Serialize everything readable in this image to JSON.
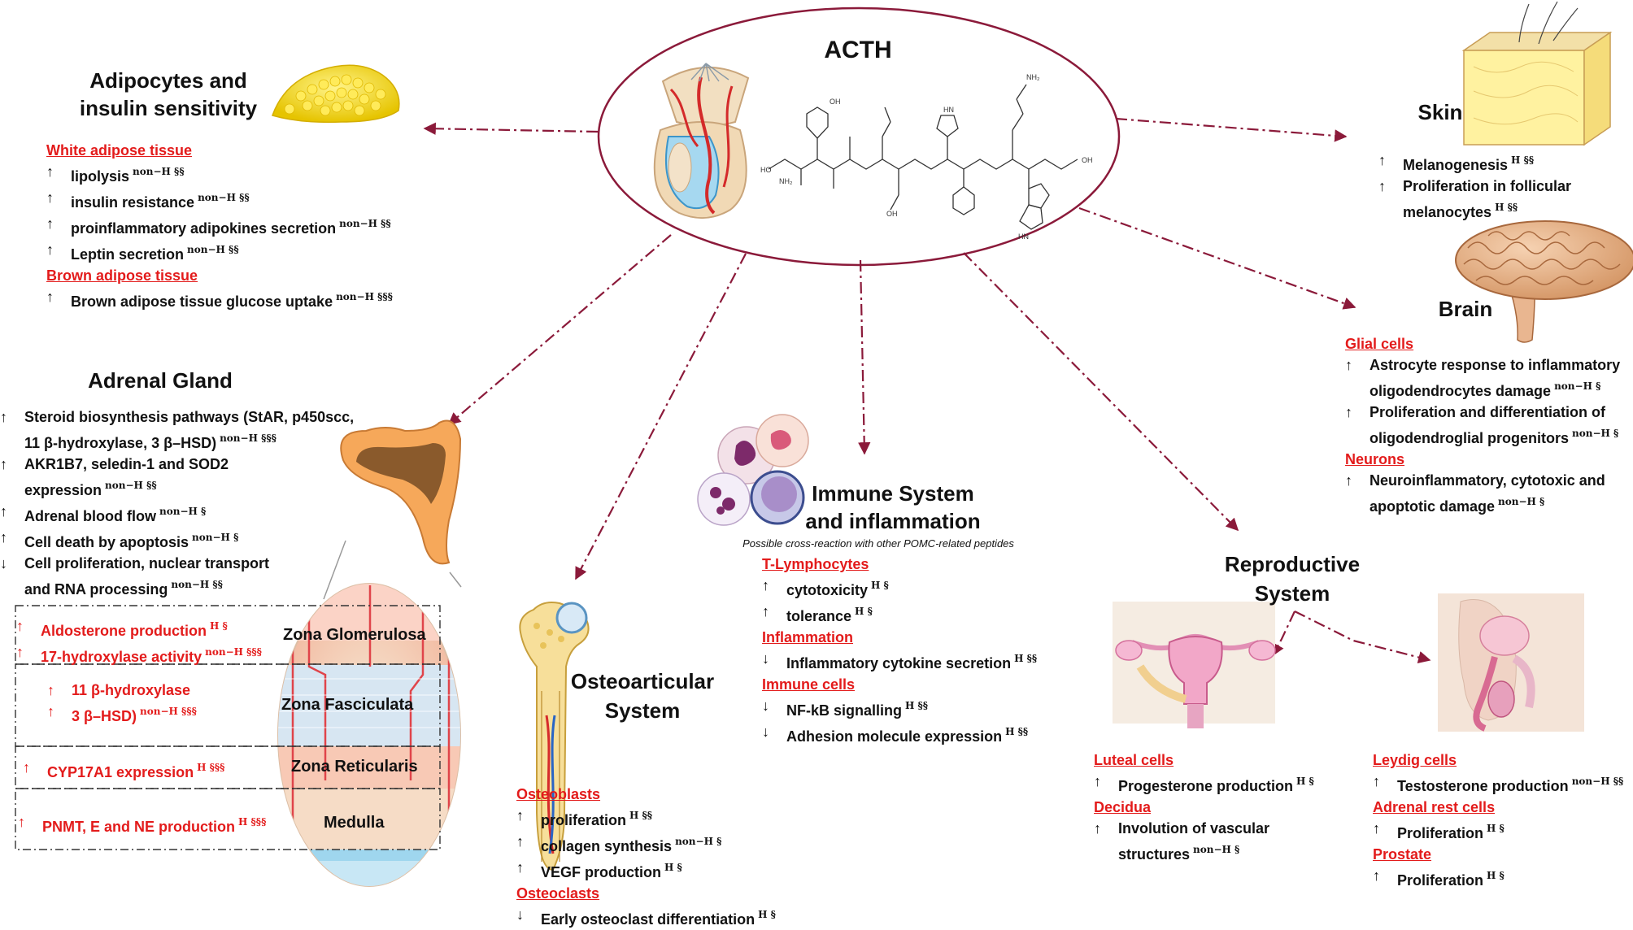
{
  "center": {
    "title": "ACTH"
  },
  "adipocytes": {
    "title_line1": "Adipocytes and",
    "title_line2": "insulin sensitivity",
    "groups": [
      {
        "header": "White adipose tissue",
        "items": [
          {
            "arrow": "↑",
            "text": "lipolysis",
            "sup": "non−H §§"
          },
          {
            "arrow": "↑",
            "text": "insulin resistance",
            "sup": "non−H §§"
          },
          {
            "arrow": "↑",
            "text": "proinflammatory adipokines secretion",
            "sup": "non−H §§"
          },
          {
            "arrow": "↑",
            "text": "Leptin secretion",
            "sup": "non−H §§"
          }
        ]
      },
      {
        "header": "Brown adipose tissue",
        "items": [
          {
            "arrow": "↑",
            "text": "Brown adipose tissue glucose uptake",
            "sup": "non−H §§§"
          }
        ]
      }
    ]
  },
  "adrenal": {
    "title": "Adrenal Gland",
    "items": [
      {
        "arrow": "↑",
        "text": "Steroid biosynthesis pathways (StAR, p450scc,",
        "sup": ""
      },
      {
        "arrow": "",
        "text": "11 β-hydroxylase, 3 β–HSD)",
        "sup": "non−H §§§"
      },
      {
        "arrow": "↑",
        "text": "AKR1B7, seledin-1 and SOD2",
        "sup": ""
      },
      {
        "arrow": "",
        "text": "expression",
        "sup": "non−H §§"
      },
      {
        "arrow": "↑",
        "text": "Adrenal blood flow",
        "sup": "non−H §"
      },
      {
        "arrow": "↑",
        "text": "Cell death by apoptosis",
        "sup": "non−H §"
      },
      {
        "arrow": "↓",
        "text": "Cell proliferation, nuclear transport",
        "sup": ""
      },
      {
        "arrow": "",
        "text": "and RNA processing",
        "sup": "non−H §§"
      }
    ],
    "zones": [
      {
        "name": "Zona Glomerulosa",
        "items": [
          {
            "arrow": "↑",
            "text": "Aldosterone production",
            "sup": "H §"
          },
          {
            "arrow": "↑",
            "text": "17-hydroxylase activity",
            "sup": "non−H §§§"
          }
        ]
      },
      {
        "name": "Zona Fasciculata",
        "items": [
          {
            "arrow": "↑",
            "text": "11 β-hydroxylase",
            "sup": ""
          },
          {
            "arrow": "↑",
            "text": "3 β–HSD)",
            "sup": "non−H §§§"
          }
        ]
      },
      {
        "name": "Zona Reticularis",
        "items": [
          {
            "arrow": "↑",
            "text": "CYP17A1 expression",
            "sup": "H §§§"
          }
        ]
      },
      {
        "name": "Medulla",
        "items": [
          {
            "arrow": "↑",
            "text": "PNMT, E and NE production",
            "sup": "H §§§"
          }
        ]
      }
    ]
  },
  "skin": {
    "title": "Skin",
    "items": [
      {
        "arrow": "↑",
        "text": "Melanogenesis",
        "sup": "H §§"
      },
      {
        "arrow": "↑",
        "text": "Proliferation in follicular",
        "sup": ""
      },
      {
        "arrow": "",
        "text": "melanocytes",
        "sup": "H §§"
      }
    ]
  },
  "brain": {
    "title": "Brain",
    "groups": [
      {
        "header": "Glial cells",
        "items": [
          {
            "arrow": "↑",
            "text": "Astrocyte response to inflammatory",
            "sup": ""
          },
          {
            "arrow": "",
            "text": "oligodendrocytes damage",
            "sup": "non−H §"
          },
          {
            "arrow": "↑",
            "text": "Proliferation and differentiation of",
            "sup": ""
          },
          {
            "arrow": "",
            "text": "oligodendroglial progenitors",
            "sup": "non−H §"
          }
        ]
      },
      {
        "header": "Neurons",
        "items": [
          {
            "arrow": "↑",
            "text": "Neuroinflammatory, cytotoxic and",
            "sup": ""
          },
          {
            "arrow": "",
            "text": "apoptotic damage",
            "sup": "non−H §"
          }
        ]
      }
    ]
  },
  "immune": {
    "title_line1": "Immune System",
    "title_line2": "and inflammation",
    "note": "Possible cross-reaction with other POMC-related peptides",
    "groups": [
      {
        "header": "T-Lymphocytes",
        "items": [
          {
            "arrow": "↑",
            "text": "cytotoxicity",
            "sup": "H §"
          },
          {
            "arrow": "↑",
            "text": "tolerance",
            "sup": "H §"
          }
        ]
      },
      {
        "header": "Inflammation",
        "items": [
          {
            "arrow": "↓",
            "text": "Inflammatory cytokine secretion",
            "sup": "H §§"
          }
        ]
      },
      {
        "header": "Immune cells",
        "items": [
          {
            "arrow": "↓",
            "text": "NF-kB signalling",
            "sup": "H §§"
          },
          {
            "arrow": "↓",
            "text": "Adhesion molecule expression",
            "sup": "H §§"
          }
        ]
      }
    ]
  },
  "osteo": {
    "title_line1": "Osteoarticular",
    "title_line2": "System",
    "groups": [
      {
        "header": "Osteoblasts",
        "items": [
          {
            "arrow": "↑",
            "text": "proliferation",
            "sup": "H §§"
          },
          {
            "arrow": "↑",
            "text": "collagen synthesis",
            "sup": "non−H §"
          },
          {
            "arrow": "↑",
            "text": "VEGF production",
            "sup": "H §"
          }
        ]
      },
      {
        "header": "Osteoclasts",
        "items": [
          {
            "arrow": "↓",
            "text": "Early osteoclast differentiation",
            "sup": "H §"
          }
        ]
      }
    ]
  },
  "reproductive": {
    "title_line1": "Reproductive",
    "title_line2": "System",
    "female_groups": [
      {
        "header": "Luteal cells",
        "items": [
          {
            "arrow": "↑",
            "text": "Progesterone production",
            "sup": "H §"
          }
        ]
      },
      {
        "header": "Decidua",
        "items": [
          {
            "arrow": "↑",
            "text": "Involution of vascular",
            "sup": ""
          },
          {
            "arrow": "",
            "text": "structures",
            "sup": "non−H §"
          }
        ]
      }
    ],
    "male_groups": [
      {
        "header": "Leydig cells",
        "items": [
          {
            "arrow": "↑",
            "text": "Testosterone production",
            "sup": "non−H §§"
          }
        ]
      },
      {
        "header": "Adrenal rest cells",
        "items": [
          {
            "arrow": "↑",
            "text": "Proliferation",
            "sup": "H §"
          }
        ]
      },
      {
        "header": "Prostate",
        "items": [
          {
            "arrow": "↑",
            "text": "Proliferation",
            "sup": "H §"
          }
        ]
      }
    ]
  },
  "colors": {
    "arrow": "#8b1a3a",
    "highlight": "#e31b1b"
  }
}
